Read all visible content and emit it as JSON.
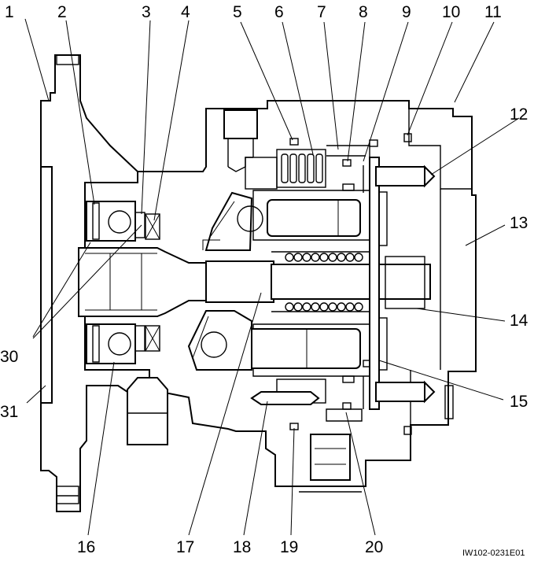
{
  "callouts": {
    "c1": "1",
    "c2": "2",
    "c3": "3",
    "c4": "4",
    "c5": "5",
    "c6": "6",
    "c7": "7",
    "c8": "8",
    "c9": "9",
    "c10": "10",
    "c11": "11",
    "c12": "12",
    "c13": "13",
    "c14": "14",
    "c15": "15",
    "c16": "16",
    "c17": "17",
    "c18": "18",
    "c19": "19",
    "c20": "20",
    "c30": "30",
    "c31": "31"
  },
  "figure_code": "IW102-0231E01"
}
